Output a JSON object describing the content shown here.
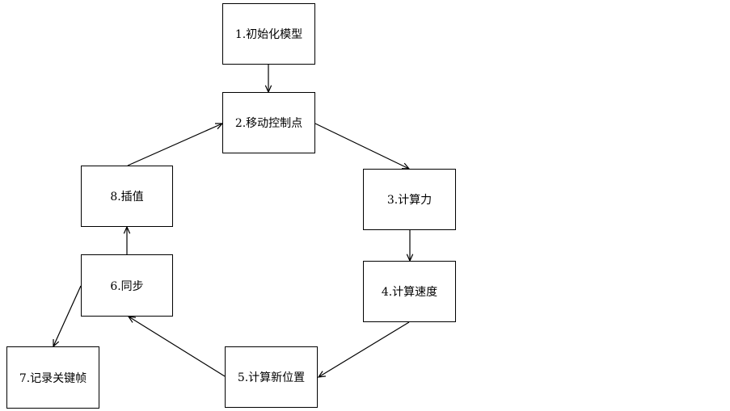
{
  "nodes": {
    "n1": "1.初始化模型",
    "n2": "2.移动控制点",
    "n3": "3.计算力",
    "n4": "4.计算速度",
    "n5": "5.计算新位置",
    "n6": "6.同步",
    "n7": "7.记录关键帧",
    "n8": "8.插值"
  },
  "edges": [
    {
      "from": "n1",
      "to": "n2"
    },
    {
      "from": "n2",
      "to": "n3"
    },
    {
      "from": "n3",
      "to": "n4"
    },
    {
      "from": "n4",
      "to": "n5"
    },
    {
      "from": "n5",
      "to": "n6"
    },
    {
      "from": "n6",
      "to": "n7"
    },
    {
      "from": "n6",
      "to": "n8"
    },
    {
      "from": "n8",
      "to": "n2"
    }
  ]
}
